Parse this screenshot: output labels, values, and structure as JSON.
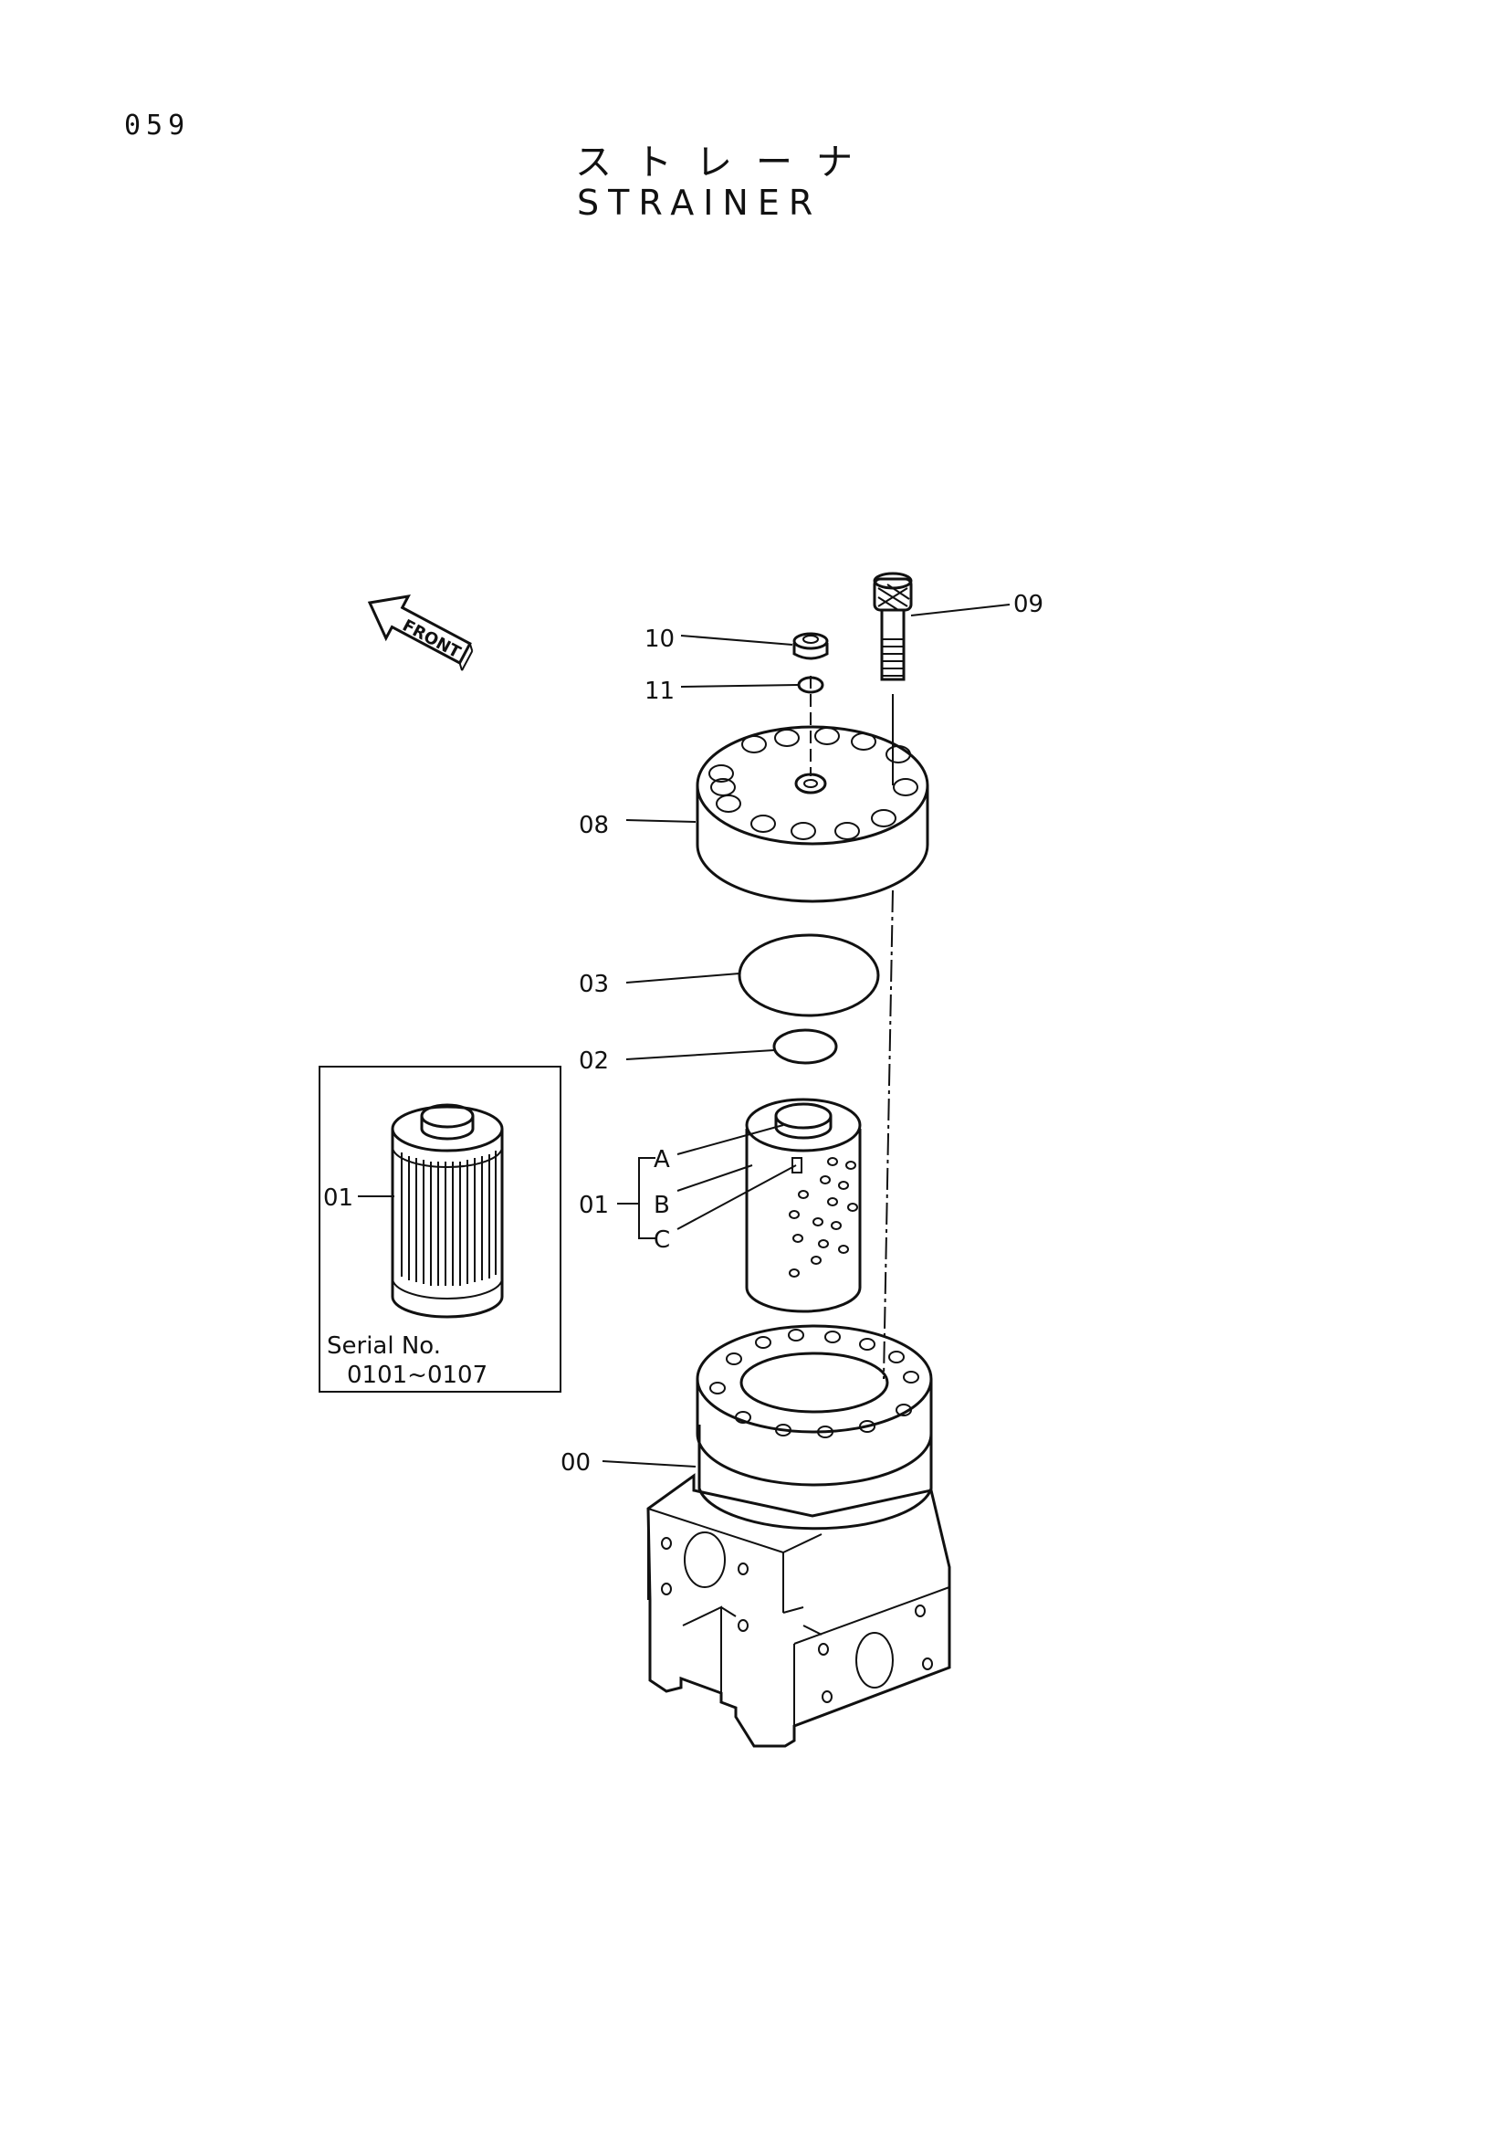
{
  "page": {
    "number": "059"
  },
  "title": {
    "japanese": "ストレーナ",
    "english": "STRAINER"
  },
  "front_indicator": "FRONT",
  "parts": {
    "p00": "00",
    "p01": "01",
    "p01_sub_a": "A",
    "p01_sub_b": "B",
    "p01_sub_c": "C",
    "p02": "02",
    "p03": "03",
    "p08": "08",
    "p09": "09",
    "p10": "10",
    "p11": "11"
  },
  "inset": {
    "part": "01",
    "serial_label": "Serial No.",
    "serial_range": "0101~0107"
  }
}
